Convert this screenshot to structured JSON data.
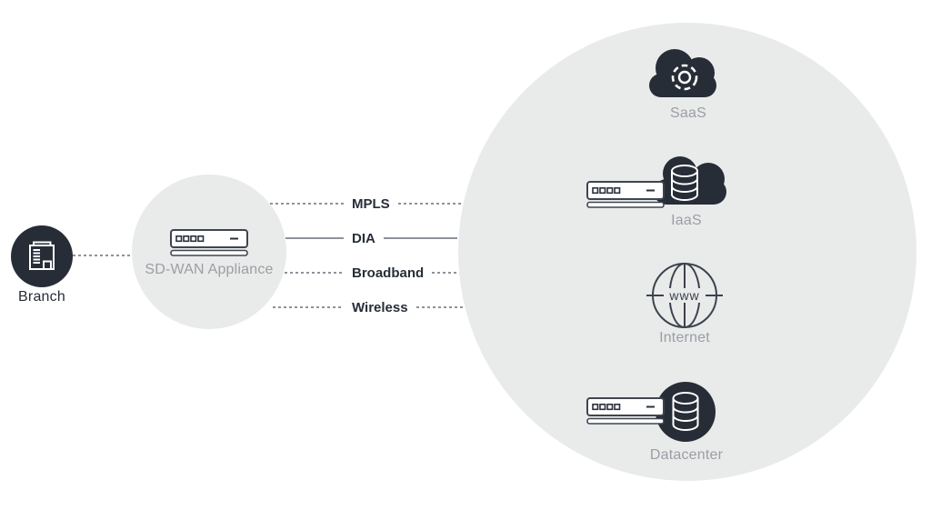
{
  "branch": {
    "label": "Branch"
  },
  "sdwan": {
    "label": "SD-WAN Appliance"
  },
  "connections": [
    {
      "label": "MPLS",
      "style": "dashed"
    },
    {
      "label": "DIA",
      "style": "solid"
    },
    {
      "label": "Broadband",
      "style": "dashed"
    },
    {
      "label": "Wireless",
      "style": "dashed"
    }
  ],
  "cloud": {
    "services": [
      {
        "label": "SaaS"
      },
      {
        "label": "IaaS"
      },
      {
        "label": "Internet",
        "globe_text": "www"
      },
      {
        "label": "Datacenter"
      }
    ]
  },
  "colors": {
    "dark": "#272d37",
    "circle_gray": "#e9eaea",
    "line_gray": "#8d929b",
    "label_gray": "#9b9ea4",
    "label_dark": "#272e38"
  }
}
